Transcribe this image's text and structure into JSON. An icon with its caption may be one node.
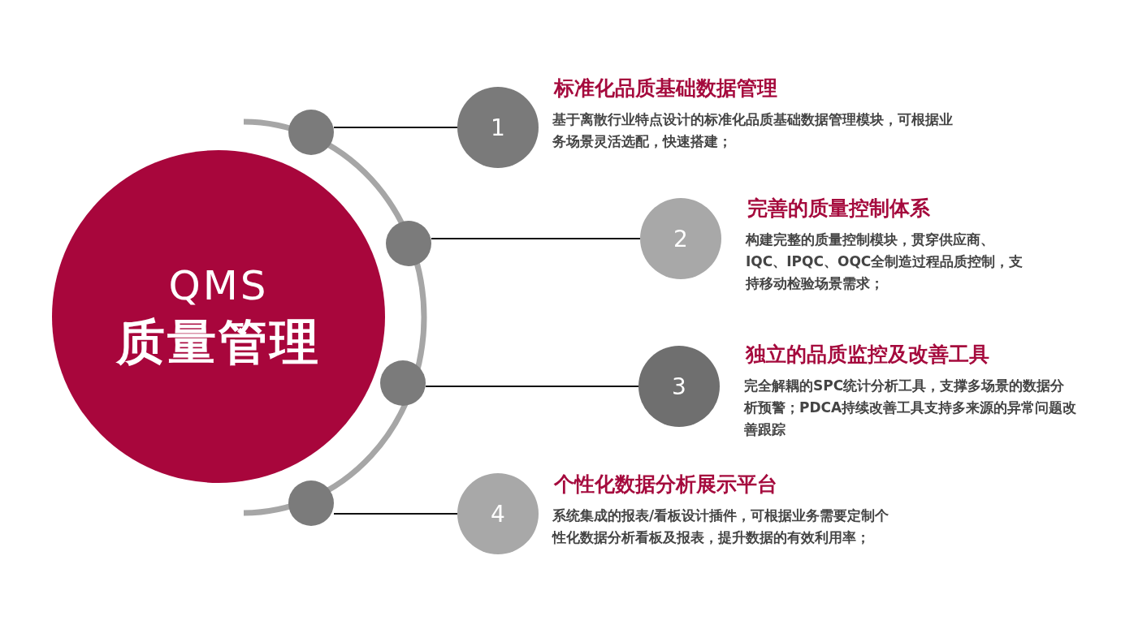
{
  "diagram": {
    "nodes": [
      {
        "text": [
          "QMS",
          "质量管理"
        ]
      },
      {
        "text": [],
        "shape": "circle"
      },
      {
        "text": [],
        "shape": "circle"
      },
      {
        "text": [],
        "shape": "circle"
      },
      {
        "text": [],
        "shape": "circle"
      },
      {
        "text": [
          "1"
        ],
        "beside": [
          "标准化品质基础数据管理",
          "基于离散行业特点设计的标准化品质基础数据管理模块，可根据业务场景灵活选配，快速搭建；"
        ]
      },
      {
        "text": [
          "2"
        ],
        "beside": [
          "完善的质量控制体系",
          "构建完整的质量控制模块，贯穿供应商、IQC、IPQC、OQC全制造过程品质控制，支持移动检验场景需求；"
        ]
      },
      {
        "text": [
          "3"
        ],
        "beside": [
          "独立的品质监控及改善工具",
          "完全解耦的SPC统计分析工具，支撑多场景的数据分析预警；PDCA持续改善工具支持多来源的异常问题改善跟踪"
        ]
      },
      {
        "text": [
          "4"
        ],
        "beside": [
          "个性化数据分析展示平台",
          "系统集成的报表/看板设计插件，可根据业务需要定制个性化数据分析看板及报表，提升数据的有效利用率；"
        ]
      }
    ],
    "edges": [
      {
        "from": 1,
        "to": 5,
        "arrow": "none"
      },
      {
        "from": 2,
        "to": 6,
        "arrow": "none"
      },
      {
        "from": 3,
        "to": 7,
        "arrow": "none"
      },
      {
        "from": 4,
        "to": 8,
        "arrow": "none"
      }
    ]
  }
}
